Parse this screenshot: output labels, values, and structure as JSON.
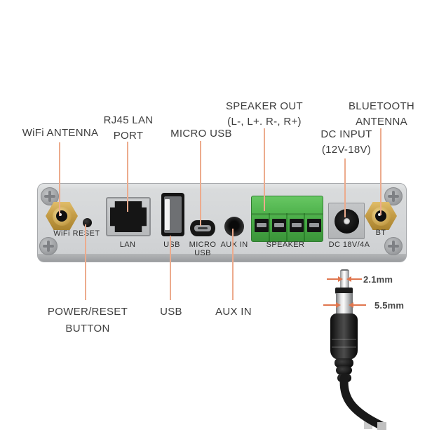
{
  "colors": {
    "leader_line": "#ECAB8D",
    "dimension_arrow": "#E0764E",
    "speaker_terminal_green": "#4DB14B",
    "antenna_gold": "#C59D47",
    "panel_gray": "#D5D7D9"
  },
  "callouts": {
    "wifi_antenna": {
      "line1": "WiFi ANTENNA"
    },
    "rj45_lan": {
      "line1": "RJ45 LAN",
      "line2": "PORT"
    },
    "micro_usb": {
      "line1": "MICRO USB"
    },
    "speaker_out": {
      "line1": "SPEAKER OUT",
      "line2": "(L-, L+. R-, R+)"
    },
    "dc_input": {
      "line1": "DC INPUT",
      "line2": "(12V-18V)"
    },
    "bluetooth_antenna": {
      "line1": "BLUETOOTH",
      "line2": "ANTENNA"
    },
    "power_reset_button": {
      "line1": "POWER/RESET",
      "line2": "BUTTON"
    },
    "usb": {
      "line1": "USB"
    },
    "aux_in": {
      "line1": "AUX IN"
    }
  },
  "panel": {
    "port_labels": {
      "wifi": "WiFi",
      "reset": "RESET",
      "lan": "LAN",
      "usb": "USB",
      "micro_usb_line1": "MICRO",
      "micro_usb_line2": "USB",
      "aux_in": "AUX IN",
      "speaker": "SPEAKER",
      "dc": "DC 18V/4A",
      "bt": "BT"
    }
  },
  "plug_dimensions": {
    "inner_pin": "2.1mm",
    "outer_barrel": "5.5mm"
  }
}
